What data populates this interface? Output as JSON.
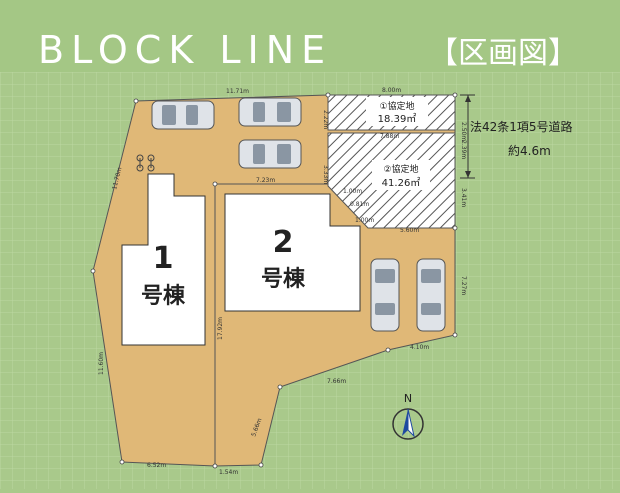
{
  "header": {
    "title": "BLOCK LINE",
    "badge": "【区画図】"
  },
  "road": {
    "line1": "法42条1項5号道路",
    "line2": "約4.6m"
  },
  "buildings": [
    {
      "number": "1",
      "label": "号棟"
    },
    {
      "number": "2",
      "label": "号棟"
    }
  ],
  "agreements": [
    {
      "label": "①協定地",
      "area": "18.39㎡"
    },
    {
      "label": "②協定地",
      "area": "41.26㎡"
    }
  ],
  "compass": {
    "letter": "N"
  },
  "dimensions": {
    "top_left": "11.71m",
    "top_right": "8.00m",
    "inner_top": "7.88m",
    "lot2_top": "7.23m",
    "lower_right_top": "5.60m",
    "bottom_right": "4.10m",
    "diagonal_mid": "7.66m",
    "diagonal_low": "5.66m",
    "bottom_mid": "1.54m",
    "bottom_left": "6.52m",
    "left_upper": "11.70m",
    "left_lower": "11.60m",
    "center_vertical": "17.92m",
    "right_top": "2.50m",
    "right_mid": "2.39m",
    "right_side": "3.41m",
    "right_lower": "7.27m",
    "small_a": "3.33m",
    "small_b": "2.22m",
    "small_c": "1.00m",
    "small_d": "0.81m",
    "small_e": "1.00m"
  }
}
